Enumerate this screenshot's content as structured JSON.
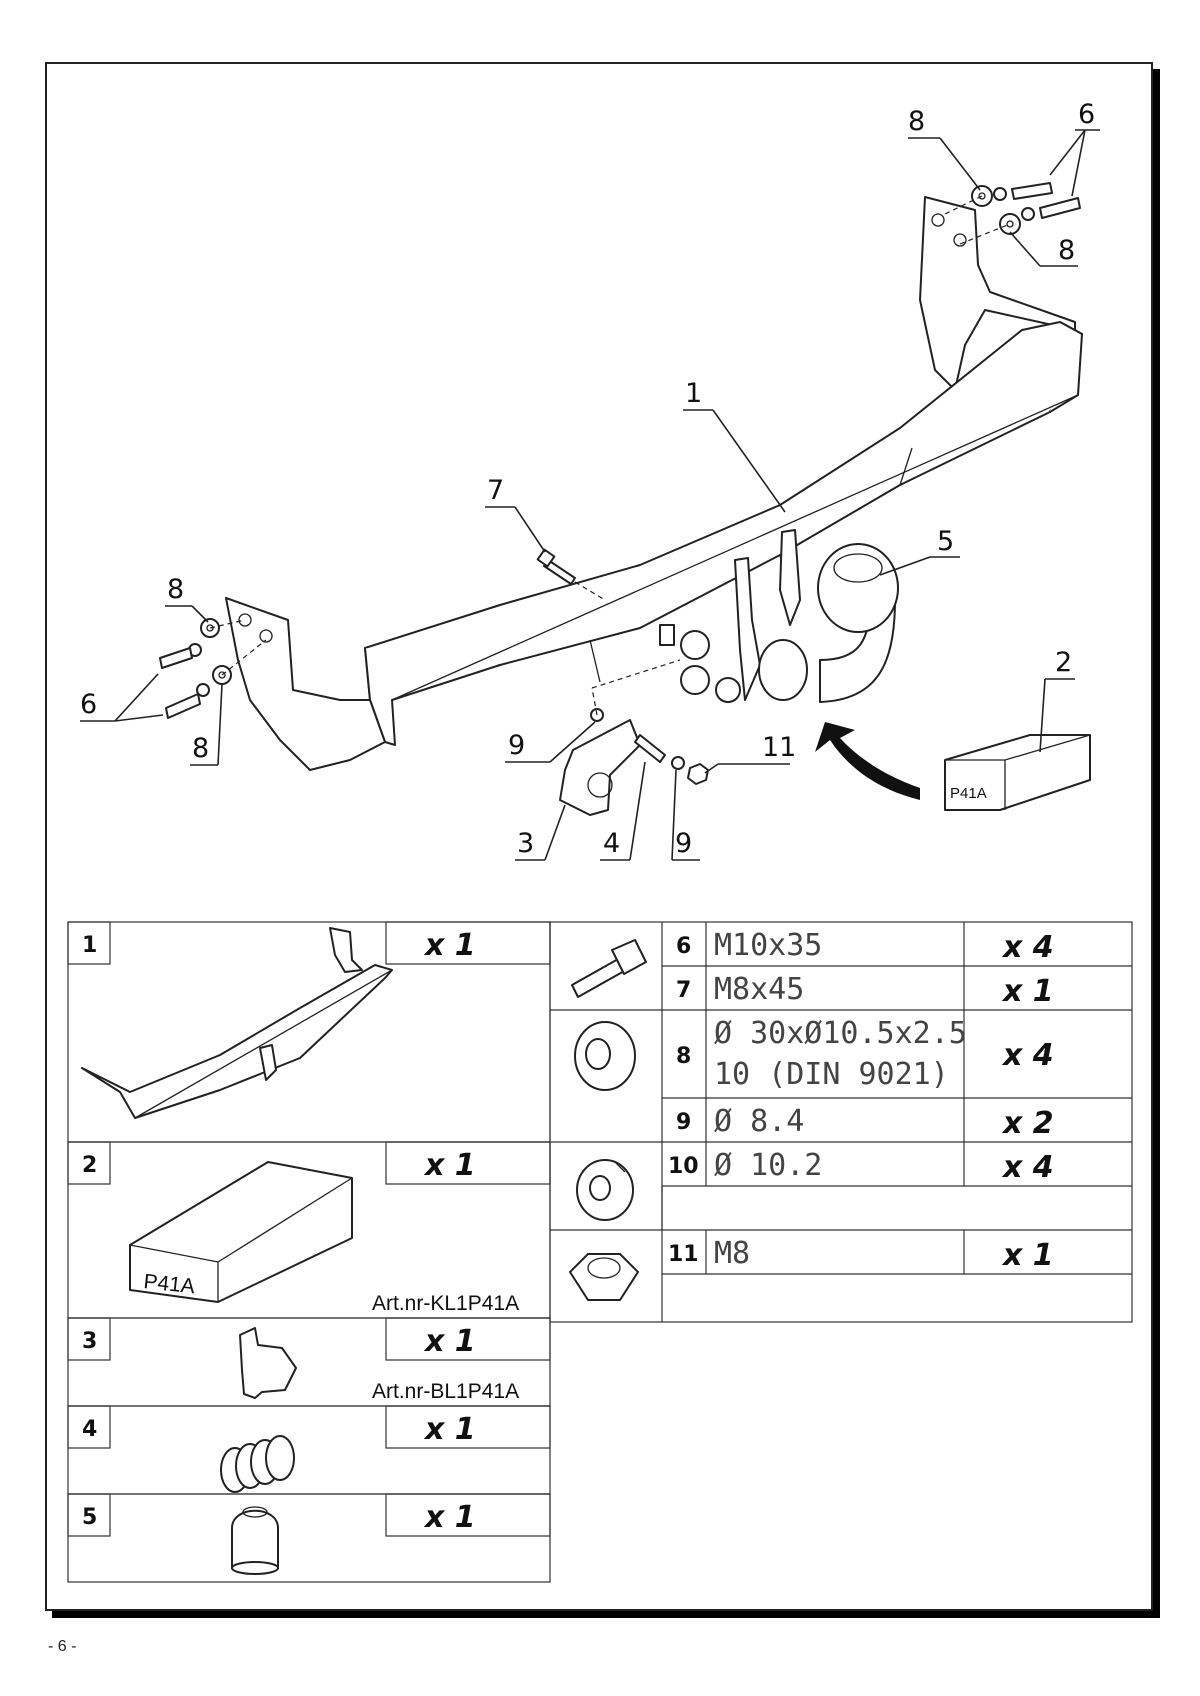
{
  "callouts": {
    "c8_top": "8",
    "c6_top": "6",
    "c8_top_r": "8",
    "c1": "1",
    "c7": "7",
    "c5": "5",
    "c8_left": "8",
    "c6_left": "6",
    "c8_left_b": "8",
    "c2": "2",
    "c9_a": "9",
    "c11": "11",
    "c3": "3",
    "c4": "4",
    "c9_b": "9"
  },
  "diagram_box_label": "P41A",
  "parts": [
    {
      "num": "1",
      "qty": "x 1"
    },
    {
      "num": "2",
      "qty": "x 1",
      "box_label": "P41A",
      "article": "Art.nr-KL1P41A"
    },
    {
      "num": "3",
      "qty": "x 1",
      "article": "Art.nr-BL1P41A"
    },
    {
      "num": "4",
      "qty": "x 1"
    },
    {
      "num": "5",
      "qty": "x 1"
    }
  ],
  "hardware": [
    {
      "num": "6",
      "spec": "M10x35",
      "qty": "x 4"
    },
    {
      "num": "7",
      "spec": "M8x45",
      "qty": "x 1"
    },
    {
      "num": "8",
      "spec": "Ø 30xØ10.5x2.5",
      "spec2": "10  (DIN 9021)",
      "qty": "x 4"
    },
    {
      "num": "9",
      "spec": "Ø 8.4",
      "qty": "x 2"
    },
    {
      "num": "10",
      "spec": "Ø 10.2",
      "qty": "x 4"
    },
    {
      "num": "11",
      "spec": "M8",
      "qty": "x 1"
    }
  ],
  "page_number": "- 6 -"
}
